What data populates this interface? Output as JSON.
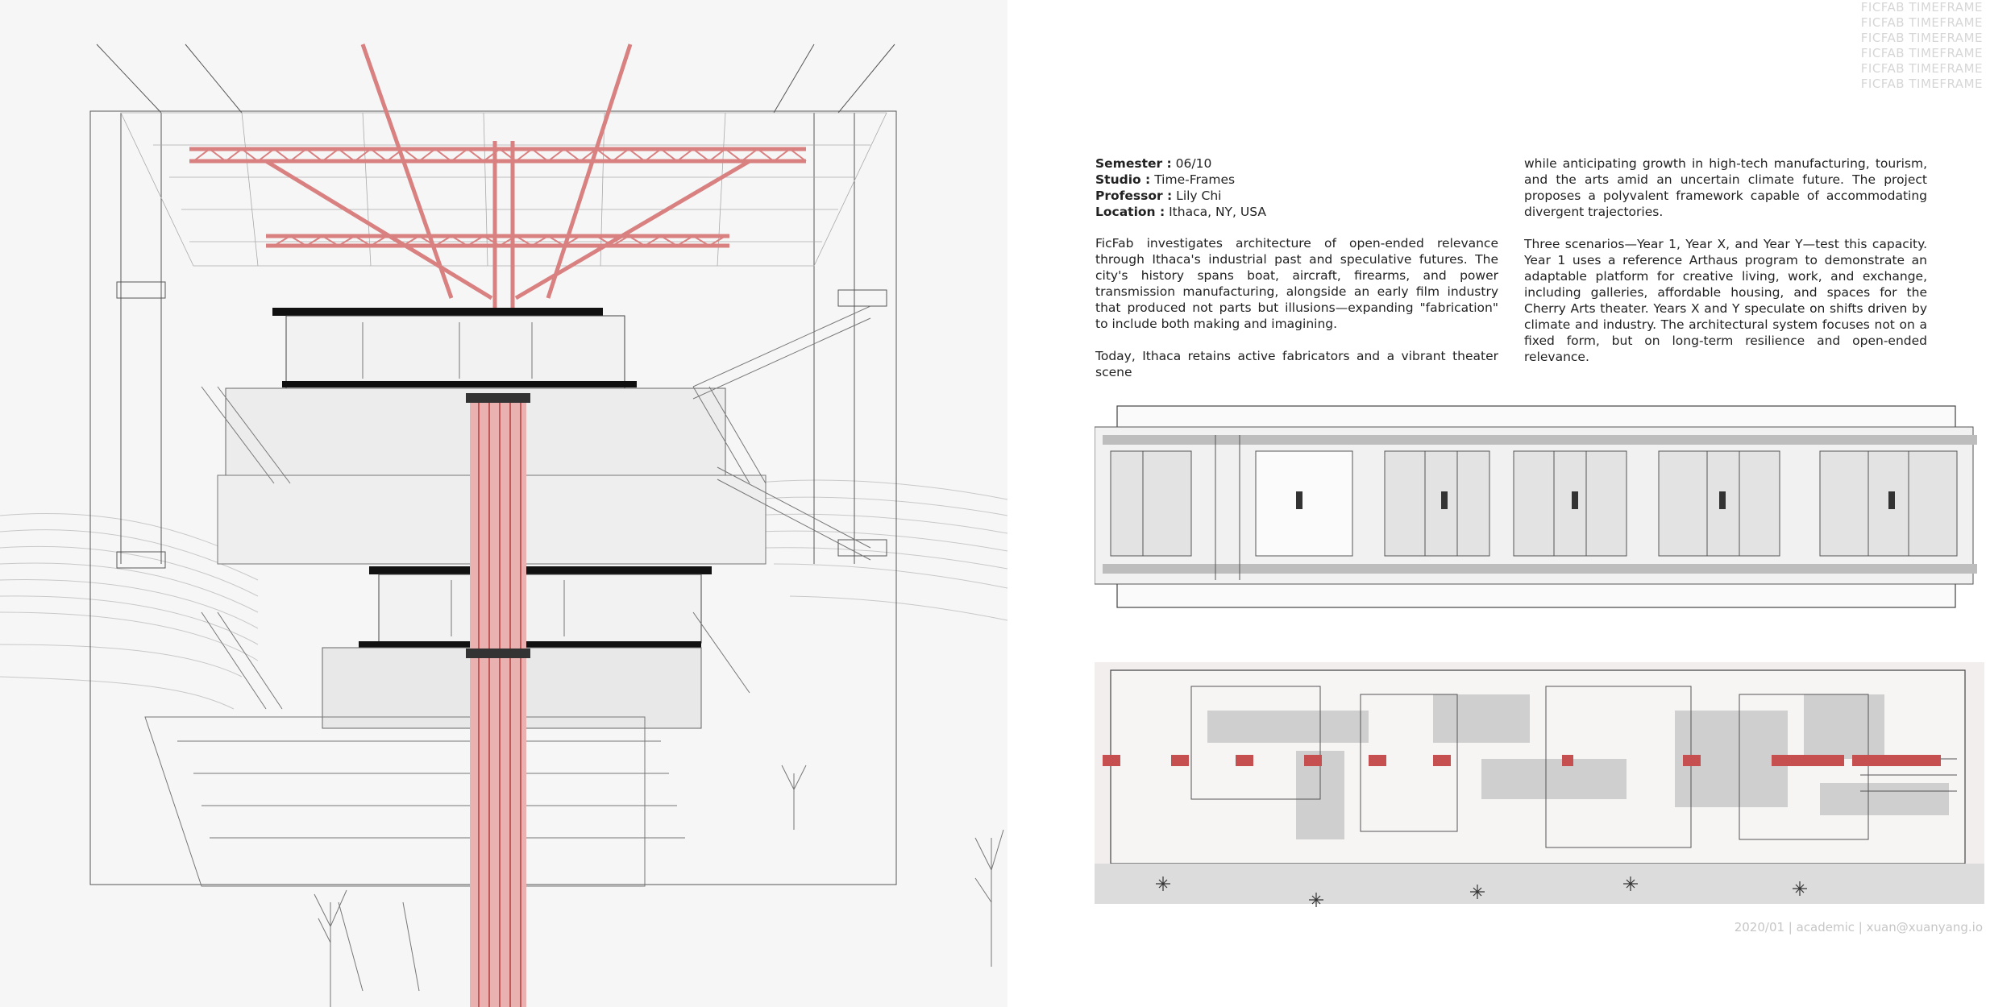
{
  "watermark": {
    "lines": [
      "FICFAB TIMEFRAME",
      "FICFAB TIMEFRAME",
      "FICFAB TIMEFRAME",
      "FICFAB TIMEFRAME",
      "FICFAB TIMEFRAME",
      "FICFAB TIMEFRAME"
    ]
  },
  "meta": {
    "semester": {
      "label": "Semester :",
      "value": " 06/10"
    },
    "studio": {
      "label": "Studio :",
      "value": " Time-Frames"
    },
    "professor": {
      "label": "Professor :",
      "value": " Lily Chi"
    },
    "location": {
      "label": "Location :",
      "value": " Ithaca, NY, USA"
    }
  },
  "body": {
    "p1": "FicFab investigates architecture of open-ended relevance through Ithaca's industrial past and speculative futures. The city's history spans boat, aircraft, firearms, and power transmission manufacturing, alongside an early film industry that produced not parts but illusions—expanding \"fabrication\" to include both making and imagining.",
    "p2": "Today, Ithaca retains active fabricators and a vibrant theater scene",
    "p3": "while anticipating growth in high-tech manufacturing, tourism, and the arts amid an uncertain climate future. The project proposes a polyvalent framework capable of accommodating divergent trajectories.",
    "p4": "Three scenarios—Year 1, Year X, and Year Y—test this capacity. Year 1 uses a reference Arthaus program to demonstrate an adaptable platform for creative living, work, and exchange, including galleries, affordable housing, and spaces for the Cherry Arts theater. Years X and Y speculate on shifts driven by climate and industry. The architectural system focuses not on a fixed form, but on long-term resilience and open-ended relevance."
  },
  "footer": "2020/01 | academic | xuan@xuanyang.io",
  "colors": {
    "accent_red": "#d98080",
    "ink": "#333333",
    "watermark": "#d6d6d6",
    "footer": "#c6c6c6"
  }
}
